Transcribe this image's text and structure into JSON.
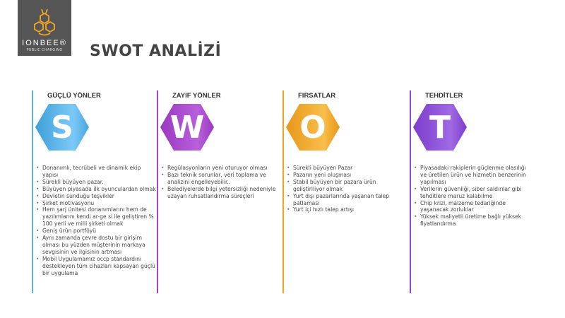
{
  "logo": {
    "brand": "IONBEE®",
    "tagline": "PUBLIC CHARGING"
  },
  "title": "SWOT ANALİZİ",
  "columns": [
    {
      "heading": "GÜÇLÜ YÖNLER",
      "letter": "S",
      "color": "#5ab4ea",
      "items": [
        "Donanımlı, tecrübeli ve dinamik ekip yapısı",
        "Sürekli büyüyen pazar.",
        "Büyüyen piyasada ilk oyunculardan olmak",
        "Devletin sunduğu teşvikler",
        "Şirket motivasyonu",
        "Hem şarj ünitesi donanımlarını hem de yazılımlarını kendi ar-ge si ile geliştiren % 100 yerli ve milli şirketi olmak",
        "Geniş ürün portföyü",
        "Aynı zamanda çevre dostu bir girişim olması bu yüzden müşterinin markaya sevgisinin ve ilgisinin artması",
        "Mobil Uygulamamız occp standardını destekleyen tüm cihazları kapsayan güçlü bir uygulama"
      ]
    },
    {
      "heading": "ZAYIF YÖNLER",
      "letter": "W",
      "color": "#a444c8",
      "items": [
        "Regülasyonların yeni oturuyor olması",
        "Bazı teknik sorunlar, veri toplama ve analizini engelleyebilir..",
        "Belediyelerde bilgi yetersizliği nedeniyle uzayan ruhsatlandırma süreçleri"
      ]
    },
    {
      "heading": "FIRSATLAR",
      "letter": "O",
      "color": "#f0a024",
      "items": [
        "Sürekli büyüyen Pazar",
        "Pazarın yeni oluşması",
        "Stabil büyüyen bir pazara ürün geliştiriliyor olmak",
        "Yurt dışı pazarlarında yaşanan talep patlaması",
        "Yurt içi hızlı talep artışı"
      ]
    },
    {
      "heading": "TEHDİTLER",
      "letter": "T",
      "color": "#8a48d4",
      "items": [
        "Piyasadaki rakiplerin güçlenme olasılığı ve üretilen ürün ve hizmetin benzerinin yapılması",
        "Verilerin güvenliği, siber saldırılar gibi tehditlere maruz kalabilme",
        "Chip krizi, malzeme tedariğinde yaşanacak zorluklar",
        "Yüksek maliyetli üretime bağlı yüksek fiyatlandırma"
      ]
    }
  ]
}
